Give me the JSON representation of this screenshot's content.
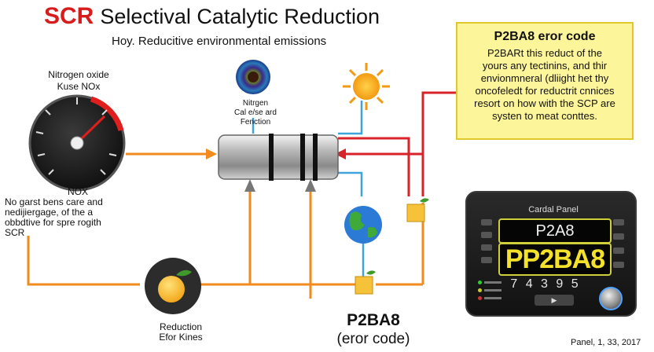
{
  "header": {
    "title_prefix": "SCR",
    "title_rest": "Selectival Catalytic Reduction",
    "subtitle": "Hoy. Reducitive environmental emissions"
  },
  "gauge": {
    "label_line1": "Nitrogen oxide",
    "label_line2": "Kuse NOx",
    "icon": "gauge-icon"
  },
  "nox_note": {
    "heading": "NOX",
    "line1": "No garst bens care and",
    "line2": "nedijiergage, of the a",
    "line3": "obbdtive for spre rogith",
    "line4": "SCR"
  },
  "reagent": {
    "line1": "Nitrgen",
    "line2": "Cal e/se ard",
    "line3": "Fenction"
  },
  "reduction": {
    "line1": "Reduction",
    "line2": "Efor Kines"
  },
  "error_label": {
    "code": "P2BA8",
    "text": "(eror code)"
  },
  "info_box": {
    "heading": "P2BA8 eror code",
    "line1": "P2BARt this reduct of the",
    "line2": "yours any tectinins, and thir",
    "line3": "envionmneral (dliight het thy",
    "line4": "oncofeledt for reductrit cnnices",
    "line5": "resort on how with the SCP are",
    "line6": "systen to meat conttes."
  },
  "control_panel": {
    "title": "Cardal Panel",
    "screen_small": "P2A8",
    "screen_big": "PP2BA8",
    "keys": "7 4 3 9 5",
    "play_symbol": "▶"
  },
  "footer": {
    "caption": "Panel, 1, 33, 2017"
  },
  "colors": {
    "orange_flow": "#f28a1e",
    "red_flow": "#d9232a",
    "blue_flow": "#3fa3dc",
    "title_red": "#d81b1b",
    "note_yellow": "#fdf59a"
  }
}
